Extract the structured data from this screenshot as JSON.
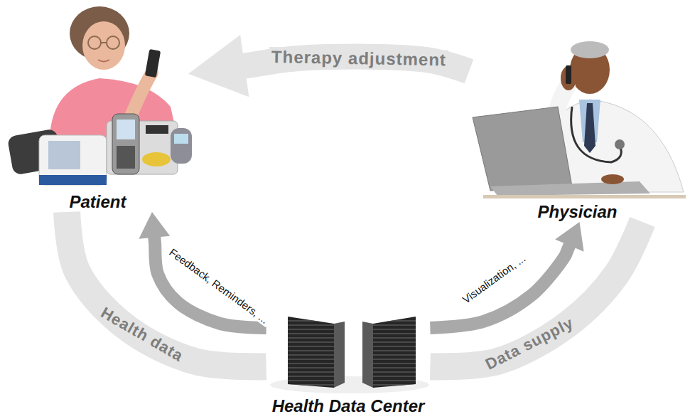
{
  "diagram": {
    "nodes": [
      {
        "text": [
          "Patient"
        ]
      },
      {
        "text": [
          "Physician"
        ]
      },
      {
        "text": [
          "Health Data Center"
        ]
      }
    ],
    "edges": [
      {
        "from": 1,
        "to": 0,
        "arrow": "to",
        "label": "Therapy adjustment"
      },
      {
        "from": 0,
        "to": 2,
        "arrow": "none",
        "label": "Health data"
      },
      {
        "from": 2,
        "to": 0,
        "arrow": "to",
        "label": "Feedback, Reminders, ..."
      },
      {
        "from": 2,
        "to": 1,
        "arrow": "to",
        "label": "Visualization, ..."
      },
      {
        "from": 2,
        "to": 1,
        "arrow": "none",
        "label": "Data supply"
      }
    ]
  }
}
